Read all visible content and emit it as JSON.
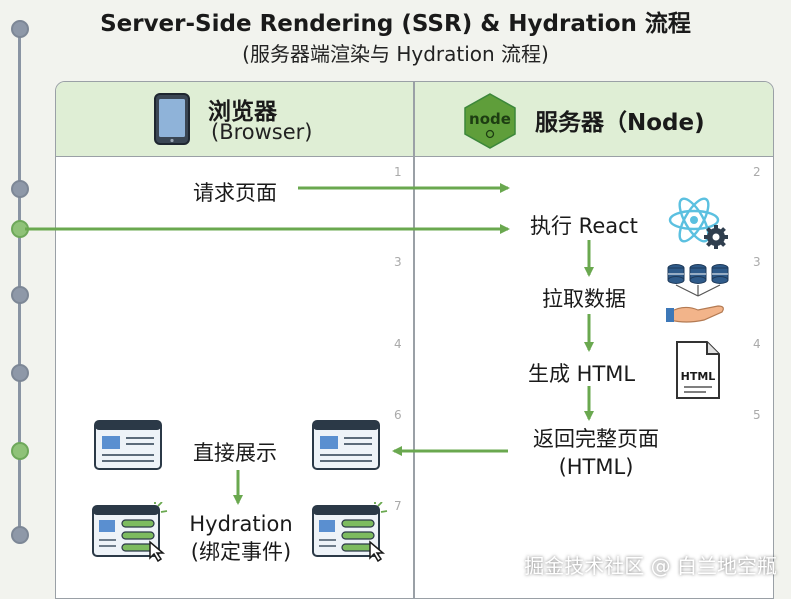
{
  "title": "Server-Side Rendering (SSR) & Hydration 流程",
  "subtitle": "(服务器端渲染与 Hydration 流程)",
  "browser": {
    "name": "浏览器",
    "sub": "(Browser)"
  },
  "server": {
    "name": "服务器（Node)",
    "logo_text": "node"
  },
  "steps": {
    "request_page": "请求页面",
    "execute_react": "执行 React",
    "fetch_data": "拉取数据",
    "generate_html": "生成 HTML",
    "return_line1": "返回完整页面",
    "return_line2": "(HTML)",
    "display": "直接展示",
    "hydration_line1": "Hydration",
    "hydration_line2": "(绑定事件)"
  },
  "step_numbers": [
    "1",
    "2",
    "3",
    "3",
    "4",
    "4",
    "5",
    "6",
    "7"
  ],
  "html_doc_label": "HTML",
  "watermark": "掘金技术社区 @ 白兰地空瓶",
  "colors": {
    "arrow_green": "#6aa84f",
    "header_green": "#dfeed5",
    "node_green": "#3c873a",
    "react_blue": "#5bc0e0",
    "timeline": "#8a94a3"
  },
  "icons": [
    "tablet-icon",
    "node-logo-icon",
    "react-gear-icon",
    "database-hand-icon",
    "html-document-icon",
    "browser-window-icon",
    "interactive-window-icon"
  ]
}
